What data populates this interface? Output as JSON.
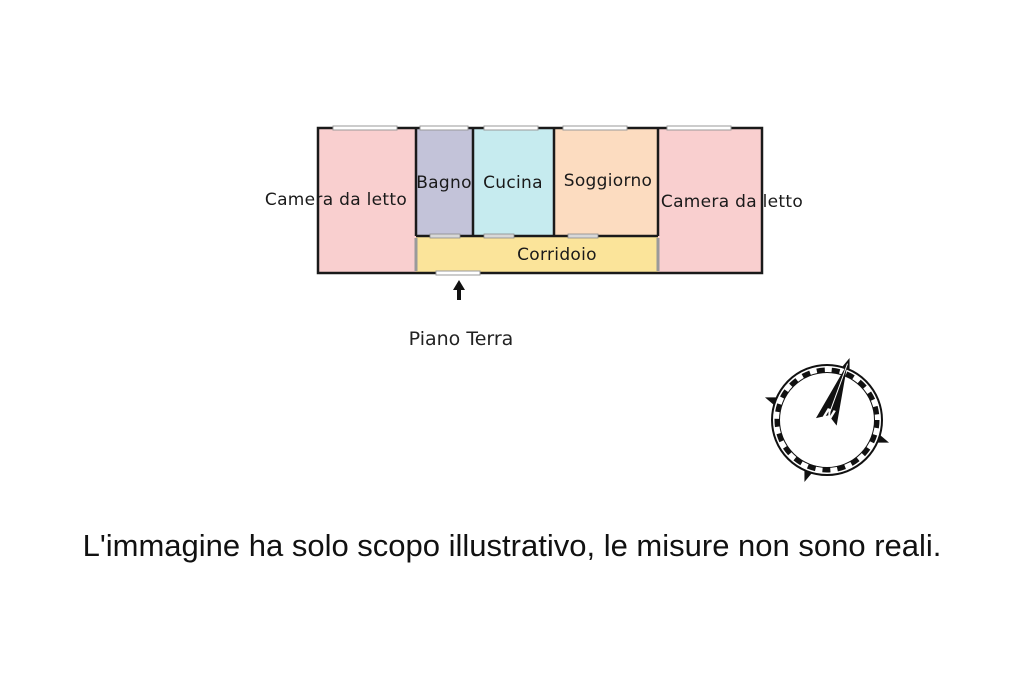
{
  "plan": {
    "rooms": [
      {
        "id": "bedroom-left",
        "label": "Camera da letto",
        "color": "#f9cfcf"
      },
      {
        "id": "bathroom",
        "label": "Bagno",
        "color": "#c3c3d9"
      },
      {
        "id": "kitchen",
        "label": "Cucina",
        "color": "#c6ebef"
      },
      {
        "id": "living-room",
        "label": "Soggiorno",
        "color": "#fcdcc0"
      },
      {
        "id": "bedroom-right",
        "label": "Camera da letto",
        "color": "#f9cfcf"
      },
      {
        "id": "corridor",
        "label": "Corridoio",
        "color": "#fbe49a"
      }
    ],
    "floor_label": "Piano Terra",
    "entrance_icon": "arrow-up-icon"
  },
  "compass": {
    "icon": "compass-icon",
    "north_label": "N"
  },
  "disclaimer": "L'immagine ha solo scopo illustrativo, le misure non sono reali."
}
